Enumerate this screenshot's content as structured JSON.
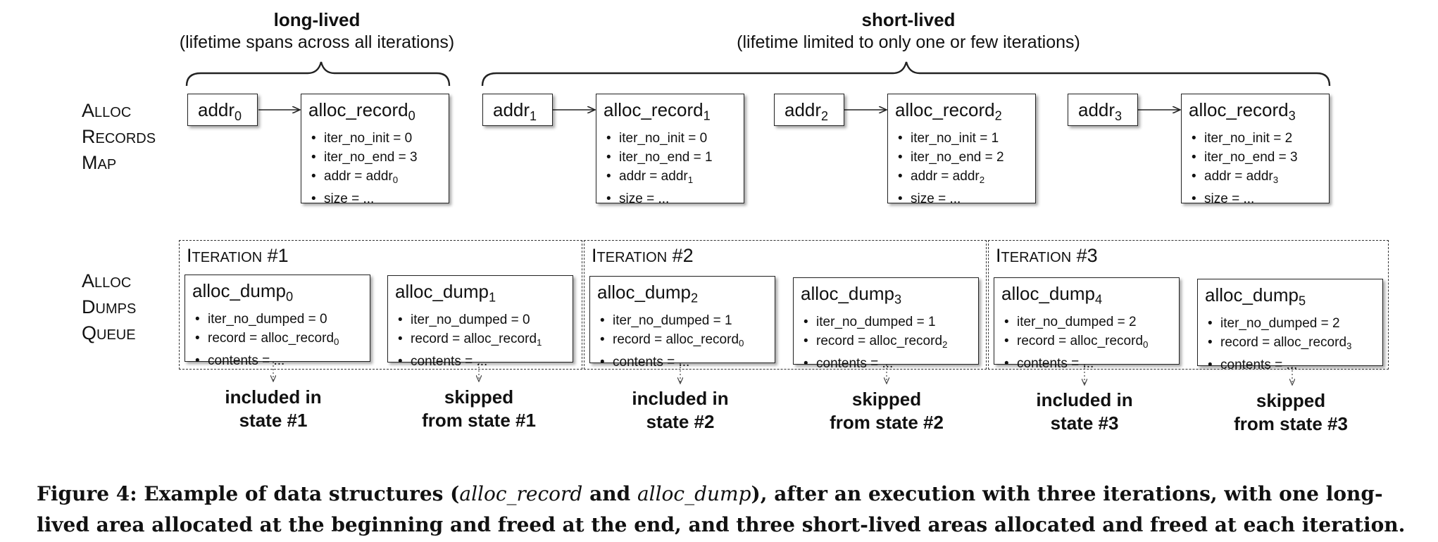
{
  "groups": {
    "long_lived": {
      "title": "long-lived",
      "description": "(lifetime spans across all iterations)"
    },
    "short_lived": {
      "title": "short-lived",
      "description": "(lifetime limited to only one or few iterations)"
    }
  },
  "row_labels": {
    "records_map": [
      "Alloc",
      "Records",
      "Map"
    ],
    "dumps_queue": [
      "Alloc",
      "Dumps",
      "Queue"
    ]
  },
  "addresses": [
    {
      "base": "addr",
      "sub": "0"
    },
    {
      "base": "addr",
      "sub": "1"
    },
    {
      "base": "addr",
      "sub": "2"
    },
    {
      "base": "addr",
      "sub": "3"
    }
  ],
  "records": [
    {
      "base": "alloc_record",
      "sub": "0",
      "fields": [
        {
          "text": "iter_no_init = 0"
        },
        {
          "text": "iter_no_end = 3"
        },
        {
          "text": "addr = addr",
          "sub": "0"
        },
        {
          "text": "size = ..."
        }
      ]
    },
    {
      "base": "alloc_record",
      "sub": "1",
      "fields": [
        {
          "text": "iter_no_init = 0"
        },
        {
          "text": "iter_no_end = 1"
        },
        {
          "text": "addr = addr",
          "sub": "1"
        },
        {
          "text": "size = ..."
        }
      ]
    },
    {
      "base": "alloc_record",
      "sub": "2",
      "fields": [
        {
          "text": "iter_no_init = 1"
        },
        {
          "text": "iter_no_end = 2"
        },
        {
          "text": "addr = addr",
          "sub": "2"
        },
        {
          "text": "size = ..."
        }
      ]
    },
    {
      "base": "alloc_record",
      "sub": "3",
      "fields": [
        {
          "text": "iter_no_init = 2"
        },
        {
          "text": "iter_no_end = 3"
        },
        {
          "text": "addr = addr",
          "sub": "3"
        },
        {
          "text": "size = ..."
        }
      ]
    }
  ],
  "iterations": [
    {
      "label_cap": "I",
      "label_small": "TERATION",
      "label_num": " #1"
    },
    {
      "label_cap": "I",
      "label_small": "TERATION",
      "label_num": " #2"
    },
    {
      "label_cap": "I",
      "label_small": "TERATION",
      "label_num": " #3"
    }
  ],
  "dumps": [
    {
      "base": "alloc_dump",
      "sub": "0",
      "fields": [
        {
          "text": "iter_no_dumped = 0"
        },
        {
          "text": "record = alloc_record",
          "sub": "0"
        },
        {
          "text": "contents = ..."
        }
      ]
    },
    {
      "base": "alloc_dump",
      "sub": "1",
      "fields": [
        {
          "text": "iter_no_dumped = 0"
        },
        {
          "text": "record = alloc_record",
          "sub": "1"
        },
        {
          "text": "contents = ..."
        }
      ]
    },
    {
      "base": "alloc_dump",
      "sub": "2",
      "fields": [
        {
          "text": "iter_no_dumped = 1"
        },
        {
          "text": "record = alloc_record",
          "sub": "0"
        },
        {
          "text": "contents = ..."
        }
      ]
    },
    {
      "base": "alloc_dump",
      "sub": "3",
      "fields": [
        {
          "text": "iter_no_dumped = 1"
        },
        {
          "text": "record = alloc_record",
          "sub": "2"
        },
        {
          "text": "contents = ..."
        }
      ]
    },
    {
      "base": "alloc_dump",
      "sub": "4",
      "fields": [
        {
          "text": "iter_no_dumped = 2"
        },
        {
          "text": "record = alloc_record",
          "sub": "0"
        },
        {
          "text": "contents = ..."
        }
      ]
    },
    {
      "base": "alloc_dump",
      "sub": "5",
      "fields": [
        {
          "text": "iter_no_dumped = 2"
        },
        {
          "text": "record = alloc_record",
          "sub": "3"
        },
        {
          "text": "contents = ..."
        }
      ]
    }
  ],
  "outcomes": [
    {
      "line1": "included in",
      "line2": "state #1"
    },
    {
      "line1": "skipped",
      "line2": "from state #1"
    },
    {
      "line1": "included in",
      "line2": "state #2"
    },
    {
      "line1": "skipped",
      "line2": "from state #2"
    },
    {
      "line1": "included in",
      "line2": "state #3"
    },
    {
      "line1": "skipped",
      "line2": "from state #3"
    }
  ],
  "caption": {
    "prefix": "Figure 4: Example of data structures (",
    "term1": "alloc_record",
    "and": " and ",
    "term2": "alloc_dump",
    "suffix": "), after an execution with three iterations, with one long-lived area allocated at the beginning and freed at the end, and three short-lived areas allocated and freed at each iteration."
  }
}
